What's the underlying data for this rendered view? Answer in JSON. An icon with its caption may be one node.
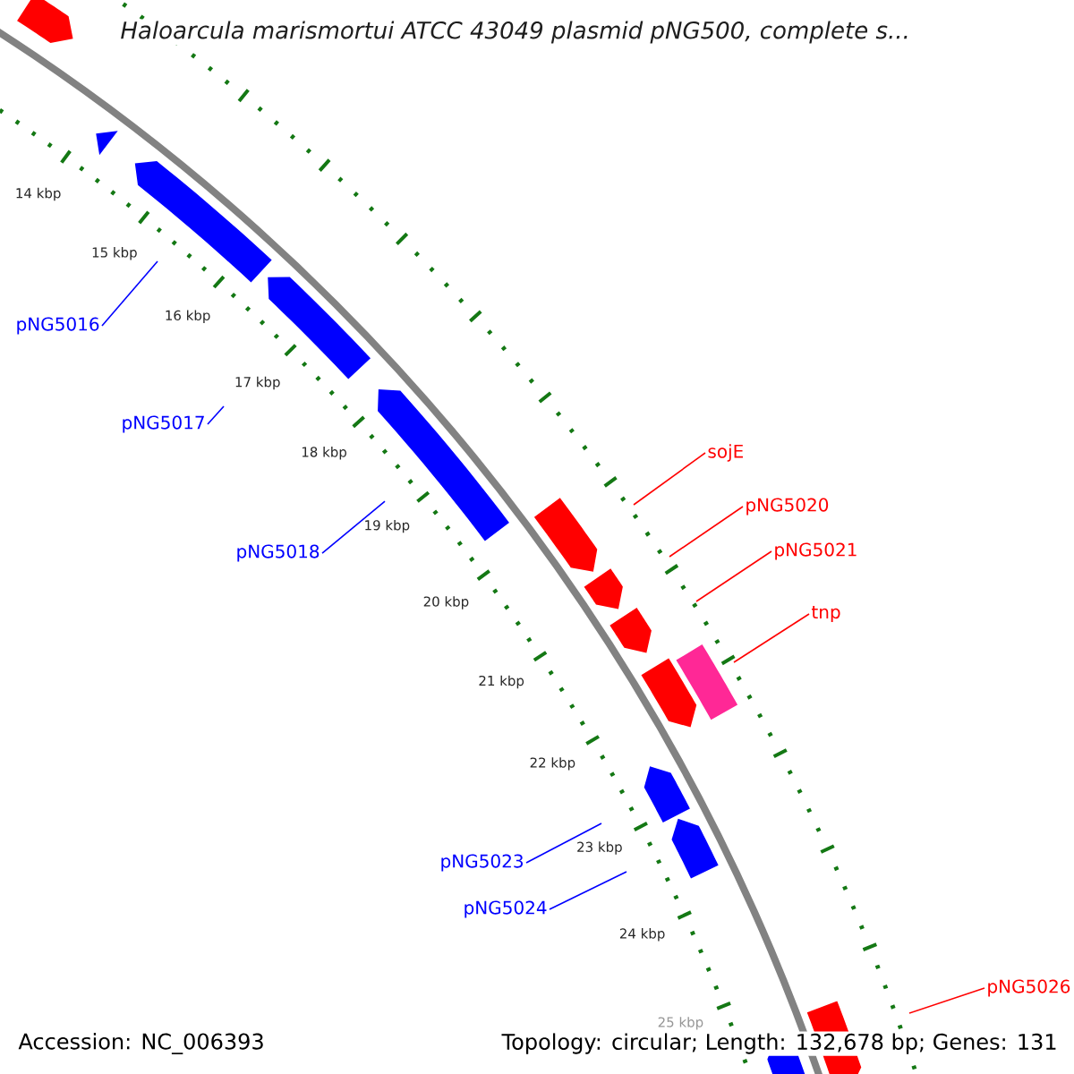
{
  "diagram": {
    "title": "Haloarcula marismortui ATCC 43049 plasmid pNG500, complete s...",
    "nodes": [
      {
        "text": [
          "pNG5016"
        ]
      },
      {
        "text": [
          "pNG5017"
        ]
      },
      {
        "text": [
          "pNG5018"
        ]
      },
      {
        "text": [
          "sojE"
        ]
      },
      {
        "text": [
          "pNG5020"
        ]
      },
      {
        "text": [
          "pNG5021"
        ]
      },
      {
        "text": [
          "tnp"
        ]
      },
      {
        "text": [
          "pNG5023"
        ]
      },
      {
        "text": [
          "pNG5024"
        ]
      },
      {
        "text": [
          "pNG5026"
        ]
      }
    ],
    "edges": [
      {
        "from": 0,
        "to": null,
        "arrow": "none",
        "color": "#0000ff"
      },
      {
        "from": 1,
        "to": null,
        "arrow": "none",
        "color": "#0000ff"
      },
      {
        "from": 2,
        "to": null,
        "arrow": "none",
        "color": "#0000ff"
      },
      {
        "from": 3,
        "to": null,
        "arrow": "none",
        "color": "#ff0000"
      },
      {
        "from": 4,
        "to": null,
        "arrow": "none",
        "color": "#ff0000"
      },
      {
        "from": 5,
        "to": null,
        "arrow": "none",
        "color": "#ff0000"
      },
      {
        "from": 6,
        "to": null,
        "arrow": "none",
        "color": "#ff0000"
      },
      {
        "from": 7,
        "to": null,
        "arrow": "none",
        "color": "#0000ff"
      },
      {
        "from": 8,
        "to": null,
        "arrow": "none",
        "color": "#0000ff"
      },
      {
        "from": 9,
        "to": null,
        "arrow": "none",
        "color": "#ff0000"
      }
    ],
    "labels": [
      "14 kbp",
      "15 kbp",
      "16 kbp",
      "17 kbp",
      "18 kbp",
      "19 kbp",
      "20 kbp",
      "21 kbp",
      "22 kbp",
      "23 kbp",
      "24 kbp",
      "25 kbp",
      "Accession: NC_006393",
      "Topology: circular; Length: 132,678 bp; Genes: 131"
    ]
  }
}
